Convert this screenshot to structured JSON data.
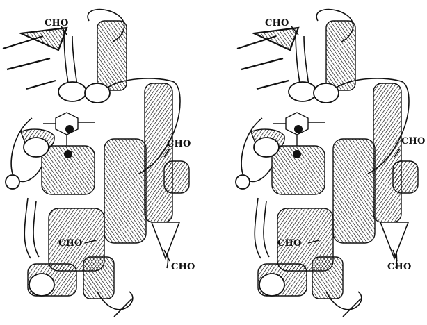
{
  "figure": {
    "type": "stereo-pair ribbon diagram",
    "panels": [
      "left-view",
      "right-view"
    ],
    "colors": {
      "ink": "#111111",
      "background": "#ffffff",
      "helix_fill": "#ffffff"
    }
  },
  "labels": {
    "left": {
      "cho_top": "CHO",
      "cho_right": "CHO",
      "cho_middle": "CHO",
      "cho_bottom": "CHO"
    },
    "right": {
      "cho_top": "CHO",
      "cho_right": "CHO",
      "cho_middle": "CHO",
      "cho_bottom": "CHO"
    }
  }
}
